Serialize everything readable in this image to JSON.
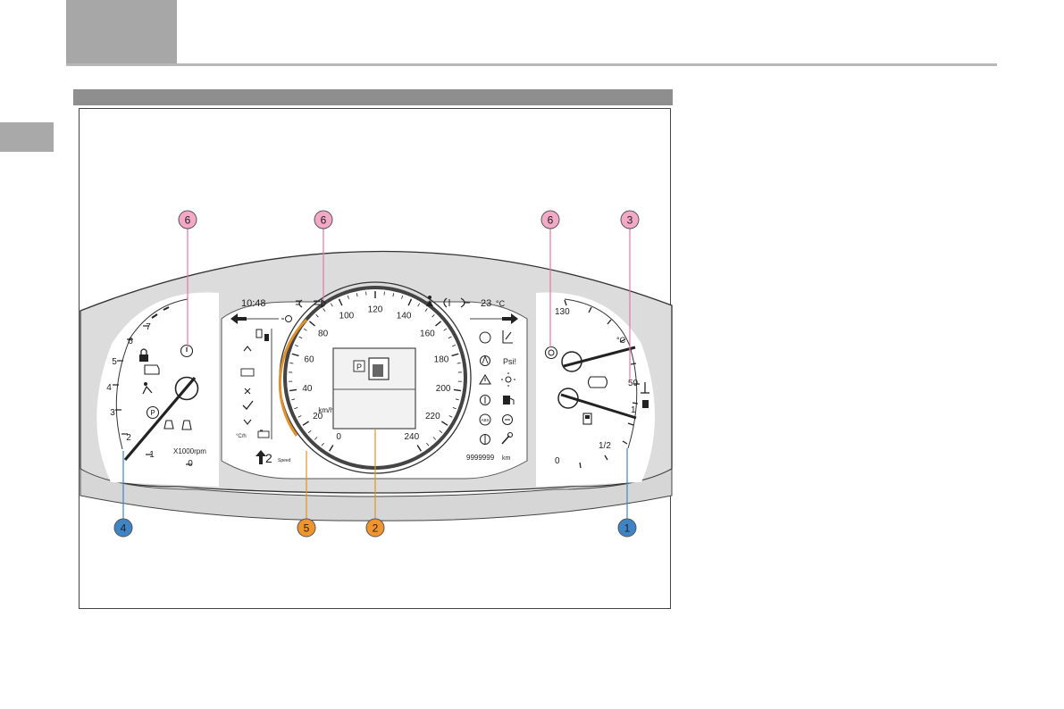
{
  "colors": {
    "pink_callout": "#f3a9c6",
    "orange_callout": "#f0952e",
    "blue_callout": "#3f85c6",
    "cluster_fill": "#dcdcdc"
  },
  "callouts": [
    "6",
    "6",
    "6",
    "3",
    "4",
    "5",
    "2",
    "1"
  ],
  "tachometer": {
    "ticks": [
      "7",
      "6",
      "5",
      "4",
      "3",
      "2",
      "1",
      "0"
    ],
    "unit": "X1000rpm"
  },
  "speedometer": {
    "ticks": [
      "0",
      "20",
      "40",
      "60",
      "80",
      "100",
      "120",
      "140",
      "160",
      "180",
      "200",
      "220",
      "240"
    ],
    "unit": "km/h"
  },
  "temp_gauge": {
    "high": "130",
    "mid": "50",
    "unit": "°C"
  },
  "fuel_gauge": {
    "full": "1",
    "half": "1/2",
    "empty": "0"
  },
  "display": {
    "clock": "10:48",
    "outside_temp": "23",
    "temp_unit": "°C",
    "odometer": "9999999",
    "odometer_unit": "km",
    "gear": "2",
    "gear_caption": "Speed",
    "gear_position": "P",
    "temp_label": "°C/h",
    "abs_label": "ABS",
    "psi_label": "Psi!"
  }
}
